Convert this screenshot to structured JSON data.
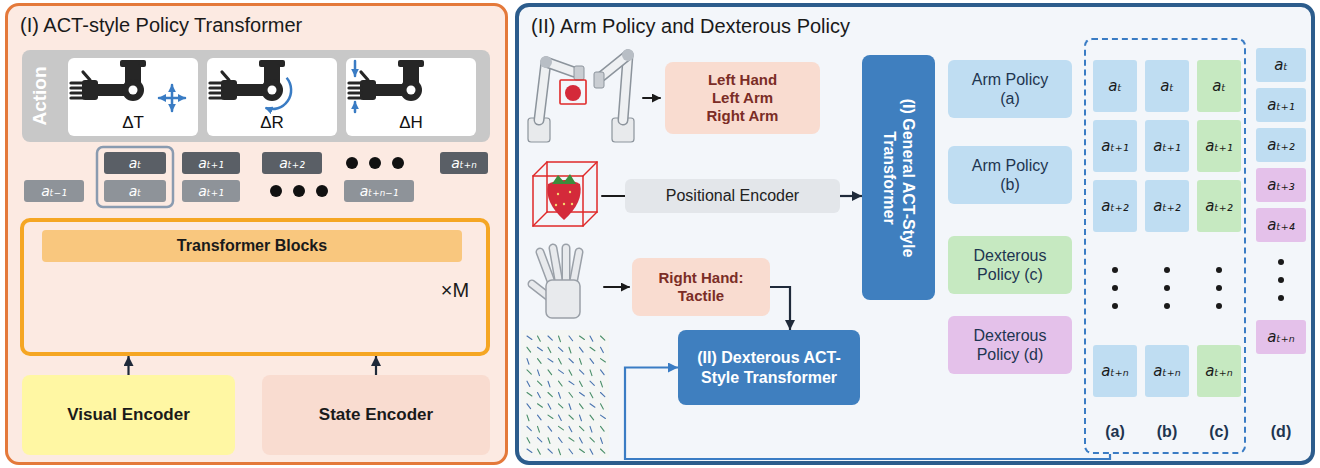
{
  "diagram": {
    "nodes": [
      {
        "text": [
          "(I) ACT-style Policy Transformer"
        ]
      },
      {
        "text": [
          "Action"
        ],
        "in": 0
      },
      {
        "text": [
          "ΔT"
        ],
        "in": 1
      },
      {
        "text": [
          "ΔR"
        ],
        "in": 1
      },
      {
        "text": [
          "ΔH"
        ],
        "in": 1
      },
      {
        "text": [
          "aₜ"
        ],
        "in": 0
      },
      {
        "text": [
          "aₜ₊₁"
        ],
        "in": 0
      },
      {
        "text": [
          "aₜ₊₂"
        ],
        "in": 0
      },
      {
        "text": [
          "aₜ₊ₙ"
        ],
        "in": 0
      },
      {
        "text": [
          "aₜ₋₁"
        ],
        "in": 0
      },
      {
        "text": [
          "aₜ"
        ],
        "in": 0
      },
      {
        "text": [
          "aₜ₊₁"
        ],
        "in": 0
      },
      {
        "text": [
          "aₜ₊ₙ₋₁"
        ],
        "in": 0
      },
      {
        "text": [
          "×M"
        ],
        "in": 0
      },
      {
        "text": [
          "Transformer Blocks"
        ],
        "in": 13
      },
      {
        "text": [
          "Visual Encoder"
        ],
        "in": 0
      },
      {
        "text": [
          "State Encoder"
        ],
        "in": 0
      },
      {
        "text": [
          "(II) Arm Policy and Dexterous Policy"
        ]
      },
      {
        "text": [
          "Left Hand Left Arm Right Arm"
        ],
        "in": 17
      },
      {
        "text": [
          "Positional Encoder"
        ],
        "in": 17
      },
      {
        "text": [
          "(I) General ACT-Style Transformer"
        ],
        "in": 17
      },
      {
        "text": [
          "Right Hand: Tactile"
        ],
        "in": 17
      },
      {
        "text": [
          "(II) Dexterous ACT-Style Transformer"
        ],
        "in": 17
      },
      {
        "text": [
          "Arm Policy (a)"
        ],
        "in": 17
      },
      {
        "text": [
          "Arm Policy (b)"
        ],
        "in": 17
      },
      {
        "text": [
          "Dexterous Policy (c)"
        ],
        "in": 17
      },
      {
        "text": [
          "Dexterous Policy (d)"
        ],
        "in": 17
      },
      {
        "text": [
          "(a)",
          "(b)",
          "(c)"
        ],
        "in": 17
      },
      {
        "text": [
          "aₜ"
        ],
        "in": 27
      },
      {
        "text": [
          "aₜ₊₁"
        ],
        "in": 27
      },
      {
        "text": [
          "aₜ₊₂"
        ],
        "in": 27
      },
      {
        "text": [
          "aₜ₊ₙ"
        ],
        "in": 27
      },
      {
        "text": [
          "aₜ"
        ],
        "in": 27
      },
      {
        "text": [
          "aₜ₊₁"
        ],
        "in": 27
      },
      {
        "text": [
          "aₜ₊₂"
        ],
        "in": 27
      },
      {
        "text": [
          "aₜ₊ₙ"
        ],
        "in": 27
      },
      {
        "text": [
          "aₜ"
        ],
        "in": 27
      },
      {
        "text": [
          "aₜ₊₁"
        ],
        "in": 27
      },
      {
        "text": [
          "aₜ₊₂"
        ],
        "in": 27
      },
      {
        "text": [
          "aₜ₊ₙ"
        ],
        "in": 27
      },
      {
        "text": [
          "aₜ"
        ],
        "in": 17
      },
      {
        "text": [
          "aₜ₊₁"
        ],
        "in": 17
      },
      {
        "text": [
          "aₜ₊₂"
        ],
        "in": 17
      },
      {
        "text": [
          "aₜ₊₃"
        ],
        "in": 17
      },
      {
        "text": [
          "aₜ₊₄"
        ],
        "in": 17
      },
      {
        "text": [
          "aₜ₊ₙ"
        ],
        "in": 17
      }
    ],
    "edges": [
      {
        "from": 15,
        "to": 13,
        "arrow": "to"
      },
      {
        "from": 16,
        "to": 13,
        "arrow": "to"
      },
      {
        "from": 19,
        "to": 20,
        "arrow": "to"
      },
      {
        "from": 21,
        "to": 22,
        "arrow": "to"
      },
      {
        "from": 27,
        "to": 22,
        "arrow": "to"
      }
    ],
    "labels": [
      "(d)"
    ]
  }
}
